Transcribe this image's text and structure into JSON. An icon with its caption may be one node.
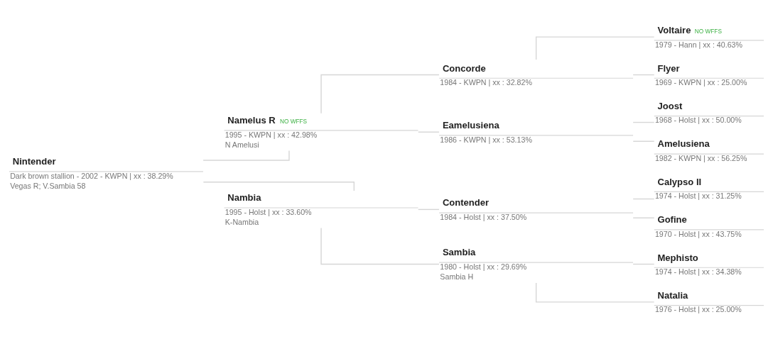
{
  "diagram": {
    "nodes": [
      {
        "text": [
          "Nintender",
          "Dark brown stallion - 2002 - KWPN | xx : 38.29%",
          "Vegas R; V.Sambia 58"
        ]
      },
      {
        "text": [
          "Namelus R",
          "NO WFFS",
          "1995 - KWPN | xx : 42.98%",
          "N Amelusi"
        ]
      },
      {
        "text": [
          "Nambia",
          "1995 - Holst | xx : 33.60%",
          "K-Nambia"
        ]
      },
      {
        "text": [
          "Concorde",
          "1984 - KWPN | xx : 32.82%"
        ]
      },
      {
        "text": [
          "Eamelusiena",
          "1986 - KWPN | xx : 53.13%"
        ]
      },
      {
        "text": [
          "Contender",
          "1984 - Holst | xx : 37.50%"
        ]
      },
      {
        "text": [
          "Sambia",
          "1980 - Holst | xx : 29.69%",
          "Sambia H"
        ]
      },
      {
        "text": [
          "Voltaire",
          "NO WFFS",
          "1979 - Hann | xx : 40.63%"
        ]
      },
      {
        "text": [
          "Flyer",
          "1969 - KWPN | xx : 25.00%"
        ]
      },
      {
        "text": [
          "Joost",
          "1968 - Holst | xx : 50.00%"
        ]
      },
      {
        "text": [
          "Amelusiena",
          "1982 - KWPN | xx : 56.25%"
        ]
      },
      {
        "text": [
          "Calypso II",
          "1974 - Holst | xx : 31.25%"
        ]
      },
      {
        "text": [
          "Gofine",
          "1970 - Holst | xx : 43.75%"
        ]
      },
      {
        "text": [
          "Mephisto",
          "1974 - Holst | xx : 34.38%"
        ]
      },
      {
        "text": [
          "Natalia",
          "1976 - Holst | xx : 25.00%"
        ]
      }
    ],
    "edges": [
      {
        "from": 0,
        "to": 1,
        "arrow": "none"
      },
      {
        "from": 0,
        "to": 2,
        "arrow": "none"
      },
      {
        "from": 1,
        "to": 3,
        "arrow": "none"
      },
      {
        "from": 1,
        "to": 4,
        "arrow": "none"
      },
      {
        "from": 2,
        "to": 5,
        "arrow": "none"
      },
      {
        "from": 2,
        "to": 6,
        "arrow": "none"
      },
      {
        "from": 3,
        "to": 7,
        "arrow": "none"
      },
      {
        "from": 3,
        "to": 8,
        "arrow": "none"
      },
      {
        "from": 4,
        "to": 9,
        "arrow": "none"
      },
      {
        "from": 4,
        "to": 10,
        "arrow": "none"
      },
      {
        "from": 5,
        "to": 11,
        "arrow": "none"
      },
      {
        "from": 5,
        "to": 12,
        "arrow": "none"
      },
      {
        "from": 6,
        "to": 13,
        "arrow": "none"
      },
      {
        "from": 6,
        "to": 14,
        "arrow": "none"
      }
    ]
  }
}
